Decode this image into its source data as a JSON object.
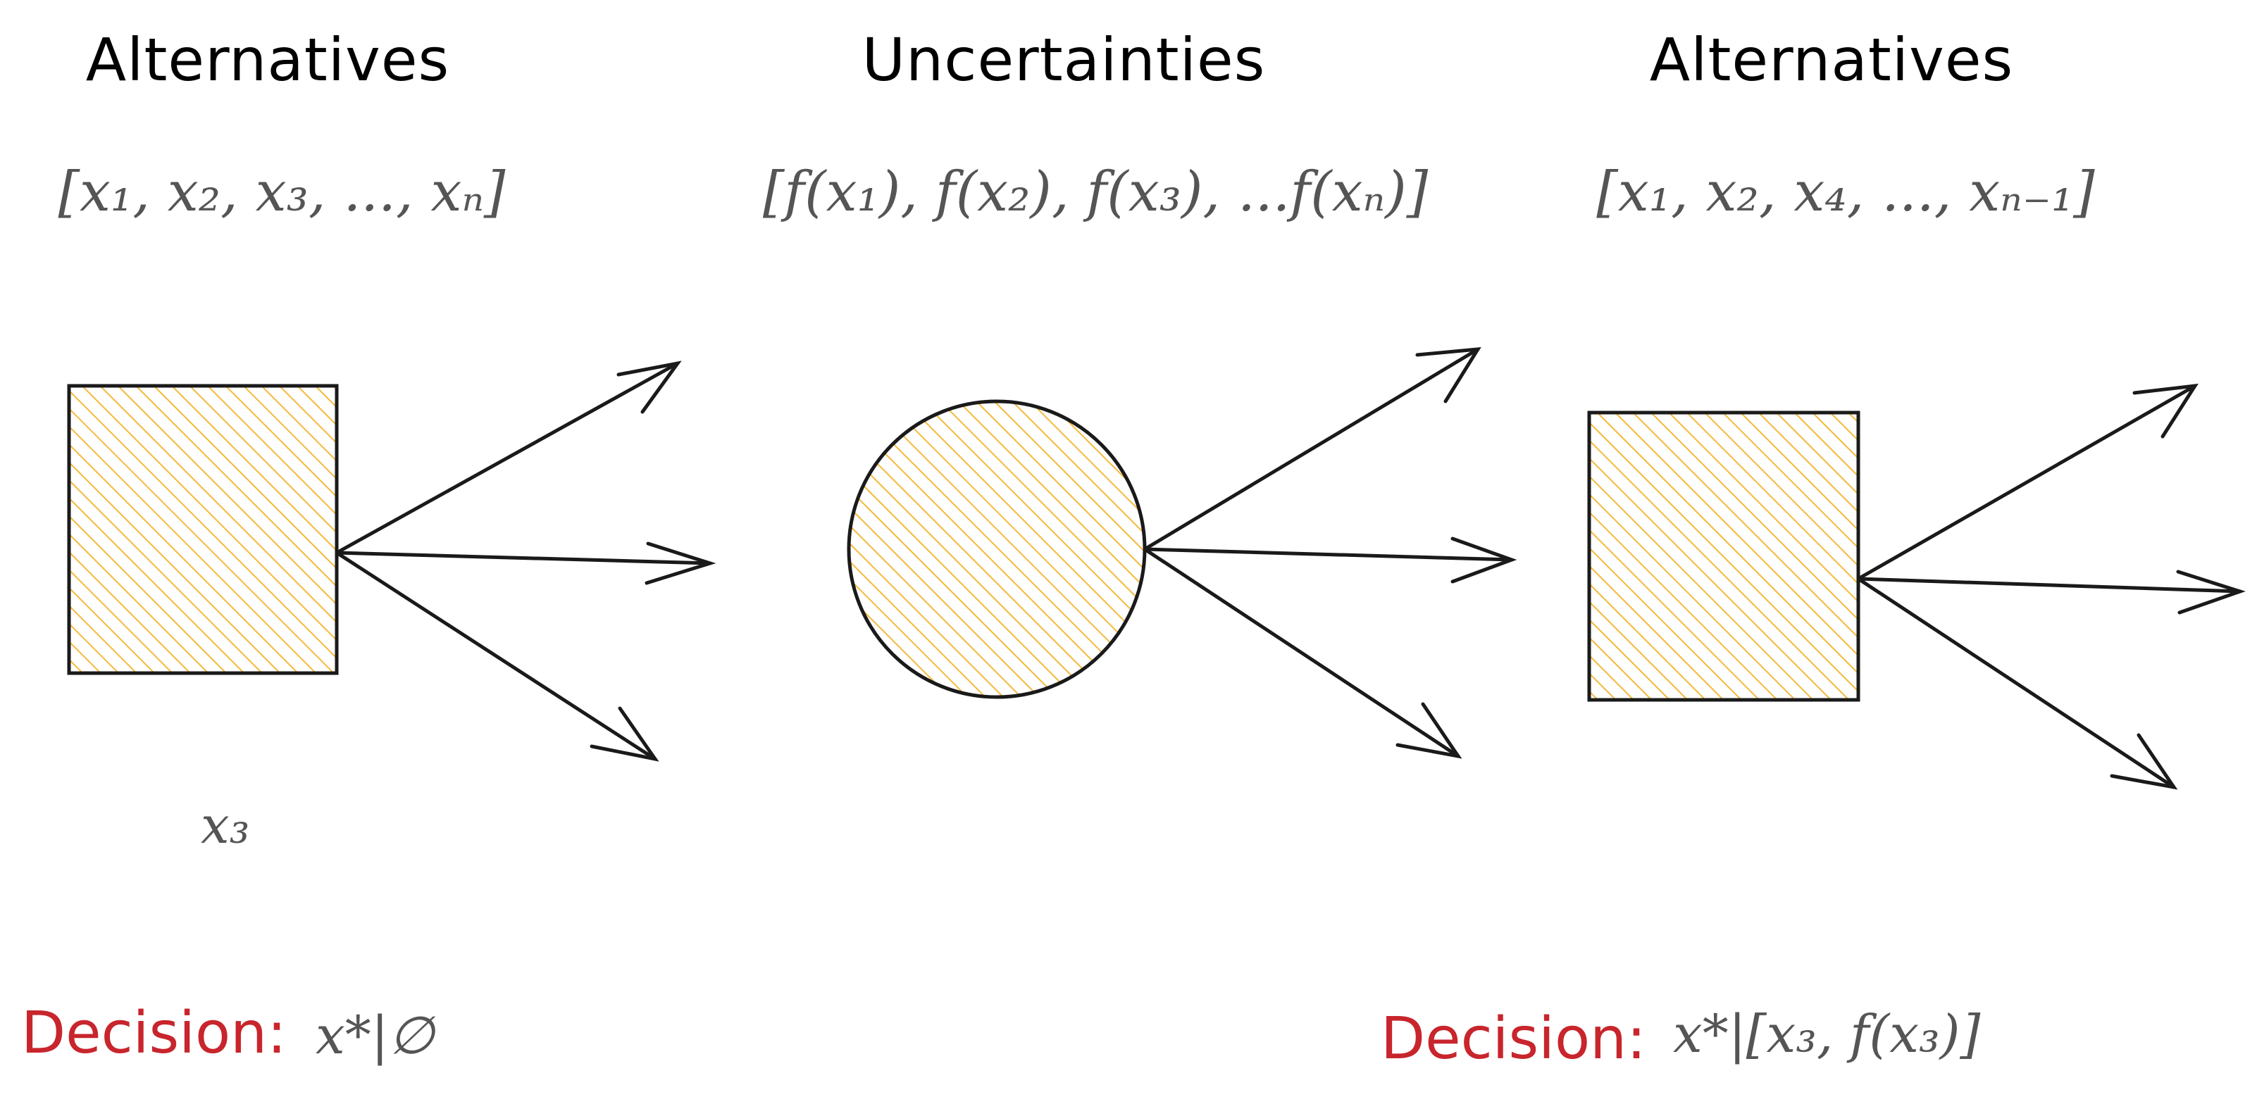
{
  "headings": {
    "left": "Alternatives",
    "middle": "Uncertainties",
    "right": "Alternatives"
  },
  "formulas": {
    "left": "[x₁, x₂, x₃, ..., xₙ]",
    "middle": "[f(x₁), f(x₂), f(x₃), ...f(xₙ)]",
    "right": "[x₁, x₂, x₄, ..., xₙ₋₁]"
  },
  "node_labels": {
    "left_square": "x₃"
  },
  "decisions": {
    "left": {
      "label": "Decision:",
      "value": "x*|∅"
    },
    "right": {
      "label": "Decision:",
      "value": "x*|[x₃, f(x₃)]"
    }
  },
  "colors": {
    "fill": "#f5b93a",
    "stroke": "#1a1a1a",
    "decision": "#c8252c",
    "math": "#555555"
  },
  "shapes": {
    "left": "square",
    "middle": "circle",
    "right": "square"
  }
}
